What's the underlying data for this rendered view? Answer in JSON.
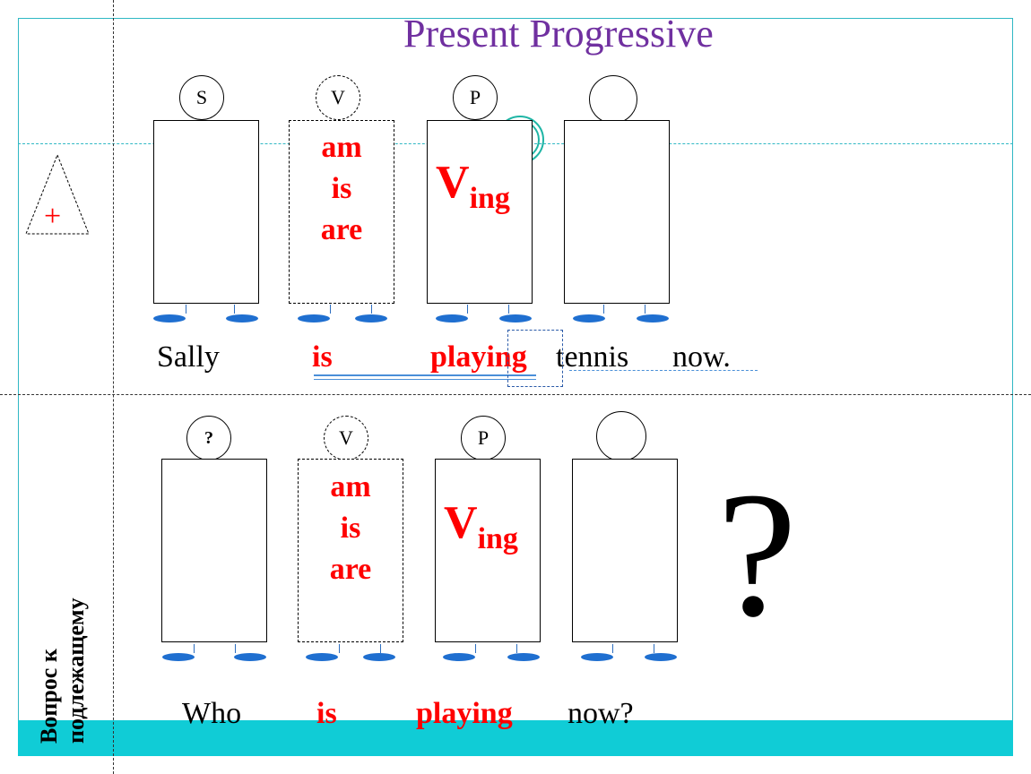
{
  "title": "Present Progressive",
  "affirmative": {
    "sign": "+",
    "heads": [
      "S",
      "V",
      "P",
      ""
    ],
    "verbs": [
      "am",
      "is",
      "are"
    ],
    "ving": {
      "main": "V",
      "sub": "ing"
    },
    "sentence": [
      "Sally",
      "is",
      "playing",
      "tennis",
      "now."
    ]
  },
  "question": {
    "heads": [
      "?",
      "V",
      "P",
      ""
    ],
    "verbs": [
      "am",
      "is",
      "are"
    ],
    "ving": {
      "main": "V",
      "sub": "ing"
    },
    "big_mark": "?",
    "sentence": [
      "Who",
      "is",
      "playing",
      "now?"
    ],
    "side_label": [
      "Вопрос к",
      "подлежащему"
    ]
  }
}
